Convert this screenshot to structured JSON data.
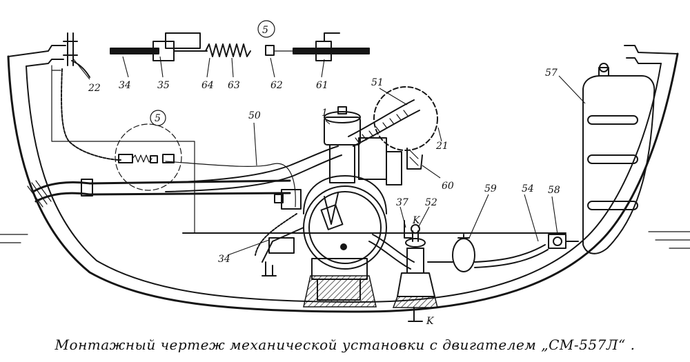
{
  "caption": "Монтажный чертеж механической установки с двигателем „СМ-557Л“ .",
  "labels": {
    "p1": "1",
    "p5a": "5",
    "p5b": "5",
    "p21": "21",
    "p22": "22",
    "p34a": "34",
    "p34b": "34",
    "p35": "35",
    "p37": "37",
    "p50": "50",
    "p51": "51",
    "p52": "52",
    "p54": "54",
    "p57": "57",
    "p58": "58",
    "p59": "59",
    "p60": "60",
    "p61": "61",
    "p62": "62",
    "p63": "63",
    "p64": "64",
    "kTop": "K",
    "kBottom": "K"
  }
}
